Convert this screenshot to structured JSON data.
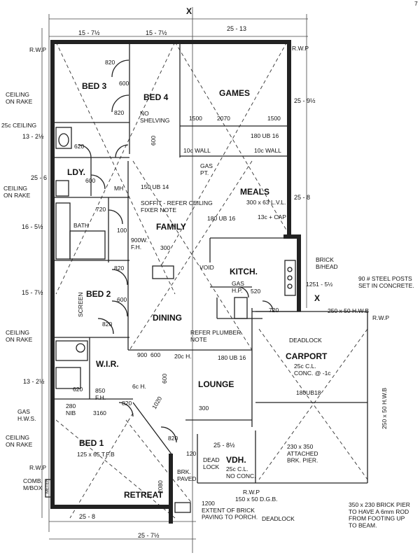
{
  "corner_mark": "7",
  "grid_marks": {
    "north": "X",
    "east": "X"
  },
  "rooms": {
    "bed3": "BED 3",
    "bed4": "BED 4",
    "games": "GAMES",
    "ldy": "LDY.",
    "meals": "MEALS",
    "family": "FAMILY",
    "bath": "BATH",
    "kitch": "KITCH.",
    "bed2": "BED 2",
    "dining": "DINING",
    "carport": "CARPORT",
    "wir": "W.I.R.",
    "lounge": "LOUNGE",
    "bed1": "BED 1",
    "vdh": "VDH.",
    "retreat": "RETREAT"
  },
  "dimensions": {
    "top_1": "15 - 7½",
    "top_2": "15 - 7½",
    "top_3": "25 - 13",
    "right_1": "25 - 9½",
    "right_2": "25 - 8",
    "left_1": "13 - 2½",
    "left_2": "25 - 6",
    "left_3": "16 - 5½",
    "left_4": "15 - 7½",
    "left_5": "13 - 2½",
    "bottom_1": "25 - 8",
    "bottom_2": "25 - 7½",
    "bottom_3": "25 - 8½"
  },
  "notes": {
    "rwp_tl": "R.W.P",
    "rwp_tr": "R.W.P",
    "rwp_bl": "R.W.P",
    "rwp_r": "R.W.P",
    "rwp_b": "R.W.P",
    "ceiling_rake_1": "CEILING\nON RAKE",
    "ceiling_25c": "25c CEILING",
    "ceiling_rake_2": "CEILING\nON RAKE",
    "ceiling_rake_3": "CEILING\nON RAKE",
    "ceiling_rake_4": "CEILING\nON RAKE",
    "no_shelving": "NO\nSHELVING",
    "ub_180_games": "180 UB 16",
    "wall_10c_1": "10c WALL",
    "wall_10c_2": "10c WALL",
    "gas_pt": "GAS\nPT.",
    "ub_150": "150 UB 14",
    "soffit": "SOFFIT - REFER CEILING\nFIXER NOTE",
    "lvl": "300 x 63 L.V.L.",
    "cap": "13c + CAP",
    "ub_180_family": "180 UB 16",
    "fh_900": "900W.\nF.H.",
    "void": "VOID",
    "gas_hp": "GAS\nH.P.",
    "brick_bhead": "BRICK\nB/HEAD",
    "brick_dim": "1251 - 5½",
    "steel_posts": "90 # STEEL POSTS\nSET IN CONCRETE.",
    "screen": "SCREEN",
    "refer_plumber": "REFER PLUMBER\nNOTE",
    "hwb_250_top": "250 x 50 H.W.B",
    "hwb_250_side": "250 x 50 H.W.B",
    "deadlock_1": "DEADLOCK",
    "carport_cl": "25c C.L.\nCONC. @ -1c",
    "ub_180_carport": "180UB18",
    "ch_20": "20c H.",
    "ub_180_lounge": "180 UB 16",
    "ch_6": "6c H.",
    "fh_850": "850\nF.H.",
    "nib_280": "280\nNIB",
    "w_3160": "3160",
    "gas_hws": "GAS\nH.W.S.",
    "tfb": "125 x 65 T.F.B",
    "comb_mbox": "COMB.\nM/BOX",
    "meter": "METER",
    "dead_lock": "DEAD\nLOCK",
    "vdh_cl": "25c C.L.\nNO CONC.",
    "brk_paved": "BRK.\nPAVED",
    "pier_230": "230 x 350\nATTACHED\nBRK. PIER.",
    "dgb": "150 x 50 D.G.B.",
    "deadlock_2": "DEADLOCK",
    "paving_1200": "1200\nEXTENT OF BRICK\nPAVING TO PORCH.",
    "pier_note": "350 x 230 BRICK PIER\nTO HAVE A 6mm ROD\nFROM FOOTING UP\nTO BEAM."
  },
  "openings": {
    "d820_bed3": "820",
    "d600_bed3": "600",
    "d820_bed3b": "820",
    "d620_ens": "620",
    "d600_bed4": "600",
    "g1500_a": "1500",
    "g2070": "2070",
    "g1500_b": "1500",
    "d600_ldy": "600",
    "mh": "MH",
    "d720_bath": "720",
    "d100": "100",
    "d300_fam": "300",
    "d820_bed2": "820",
    "d600_bed2": "600",
    "d820_bed2b": "820",
    "d520": "520",
    "d720_kit": "720",
    "d900": "900",
    "d600_wir": "600",
    "d620_wir": "620",
    "d600_lng": "600",
    "d1020": "1020",
    "d820_bed1": "820",
    "d300_lng": "300",
    "d820_vdh": "820",
    "d120": "120",
    "d2080": "2080"
  }
}
